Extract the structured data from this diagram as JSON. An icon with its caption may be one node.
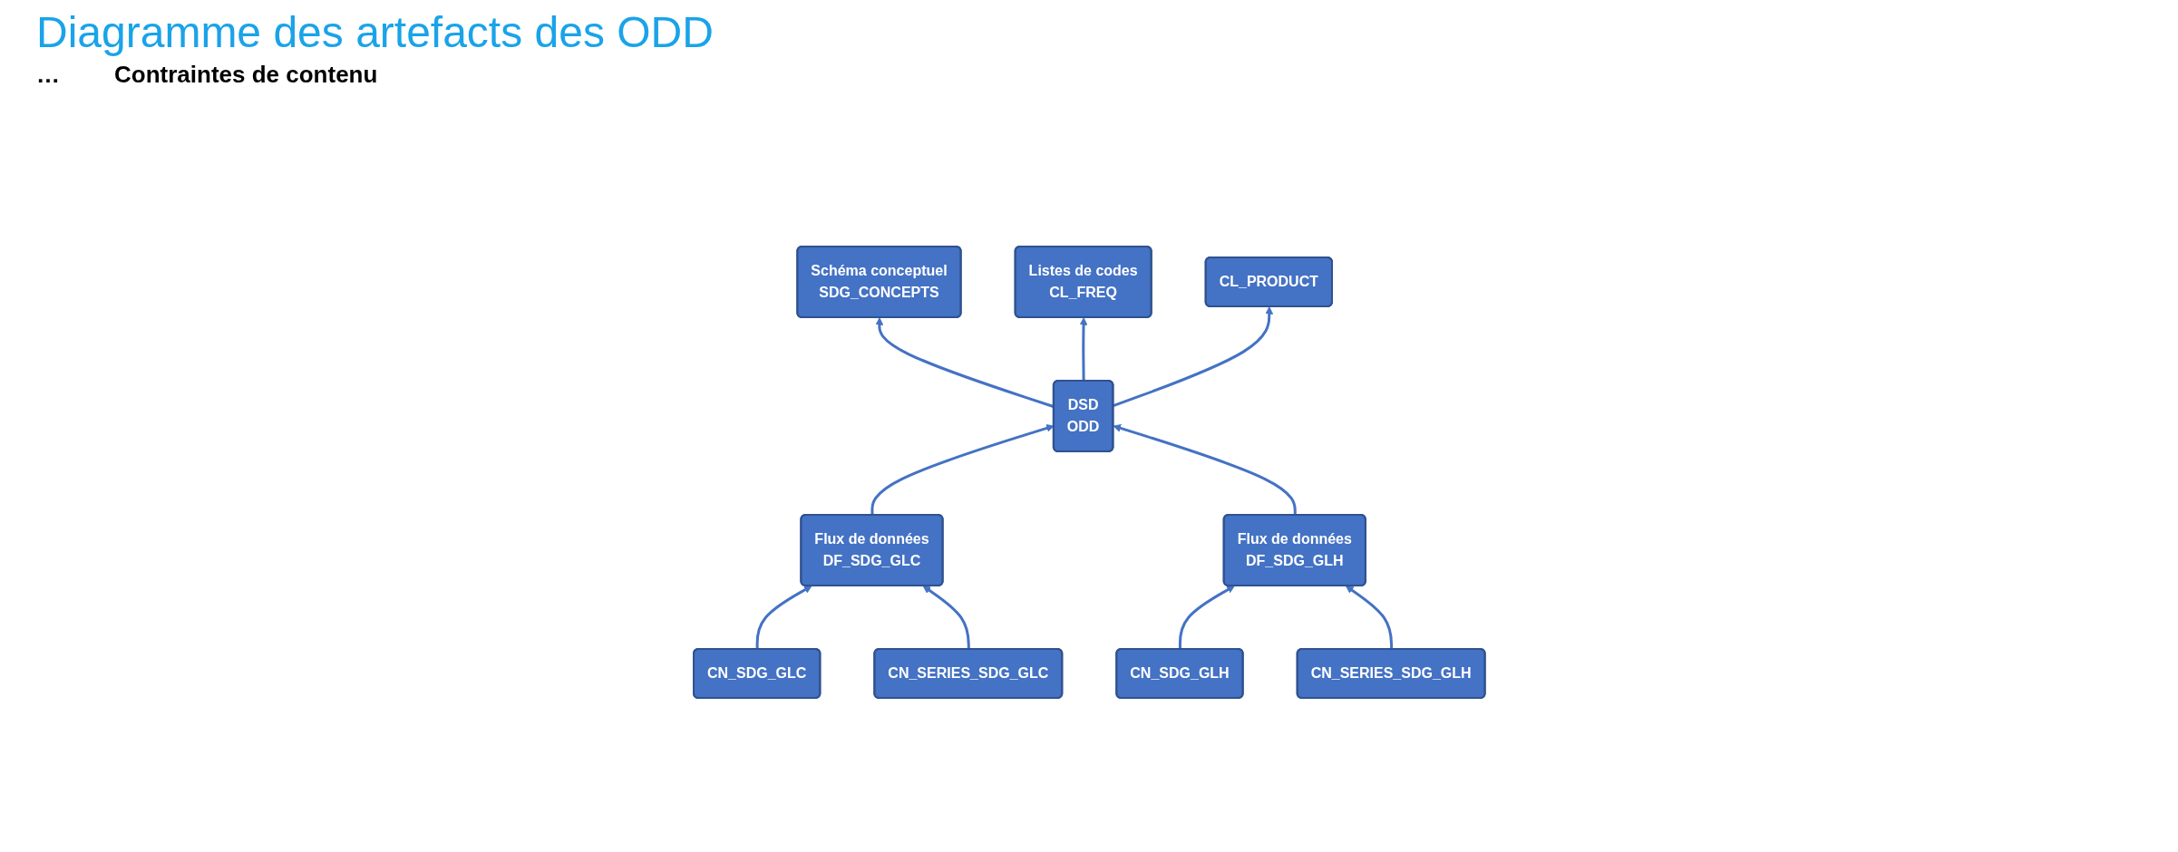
{
  "diagram": {
    "title": "Diagramme des artefacts des ODD",
    "nodes": [
      {
        "text": [
          "Schéma conceptuel",
          "SDG_CONCEPTS"
        ]
      },
      {
        "text": [
          "DSD",
          "ODD"
        ]
      },
      {
        "text": [
          "Listes de codes",
          "CL_FREQ"
        ]
      },
      {
        "text": [
          "CL_PRODUCT"
        ]
      },
      {
        "text": [
          "Flux de données",
          "DF_SDG_GLC"
        ]
      },
      {
        "text": [
          "Flux de données",
          "DF_SDG_GLH"
        ]
      },
      {
        "text": [
          "CN_SDG_GLC"
        ]
      },
      {
        "text": [
          "CN_SERIES_SDG_GLC"
        ]
      },
      {
        "text": [
          "CN_SDG_GLH"
        ]
      },
      {
        "text": [
          "CN_SERIES_SDG_GLH"
        ]
      }
    ],
    "edges": [
      {
        "from": 1,
        "to": 0,
        "arrow": "to"
      },
      {
        "from": 1,
        "to": 2,
        "arrow": "to"
      },
      {
        "from": 1,
        "to": 3,
        "arrow": "to"
      },
      {
        "from": 4,
        "to": 1,
        "arrow": "to"
      },
      {
        "from": 5,
        "to": 1,
        "arrow": "to"
      },
      {
        "from": 6,
        "to": 4,
        "arrow": "to"
      },
      {
        "from": 7,
        "to": 4,
        "arrow": "to"
      },
      {
        "from": 8,
        "to": 5,
        "arrow": "to"
      },
      {
        "from": 9,
        "to": 5,
        "arrow": "to"
      }
    ],
    "labels": [
      "…",
      "Contraintes de contenu"
    ]
  }
}
